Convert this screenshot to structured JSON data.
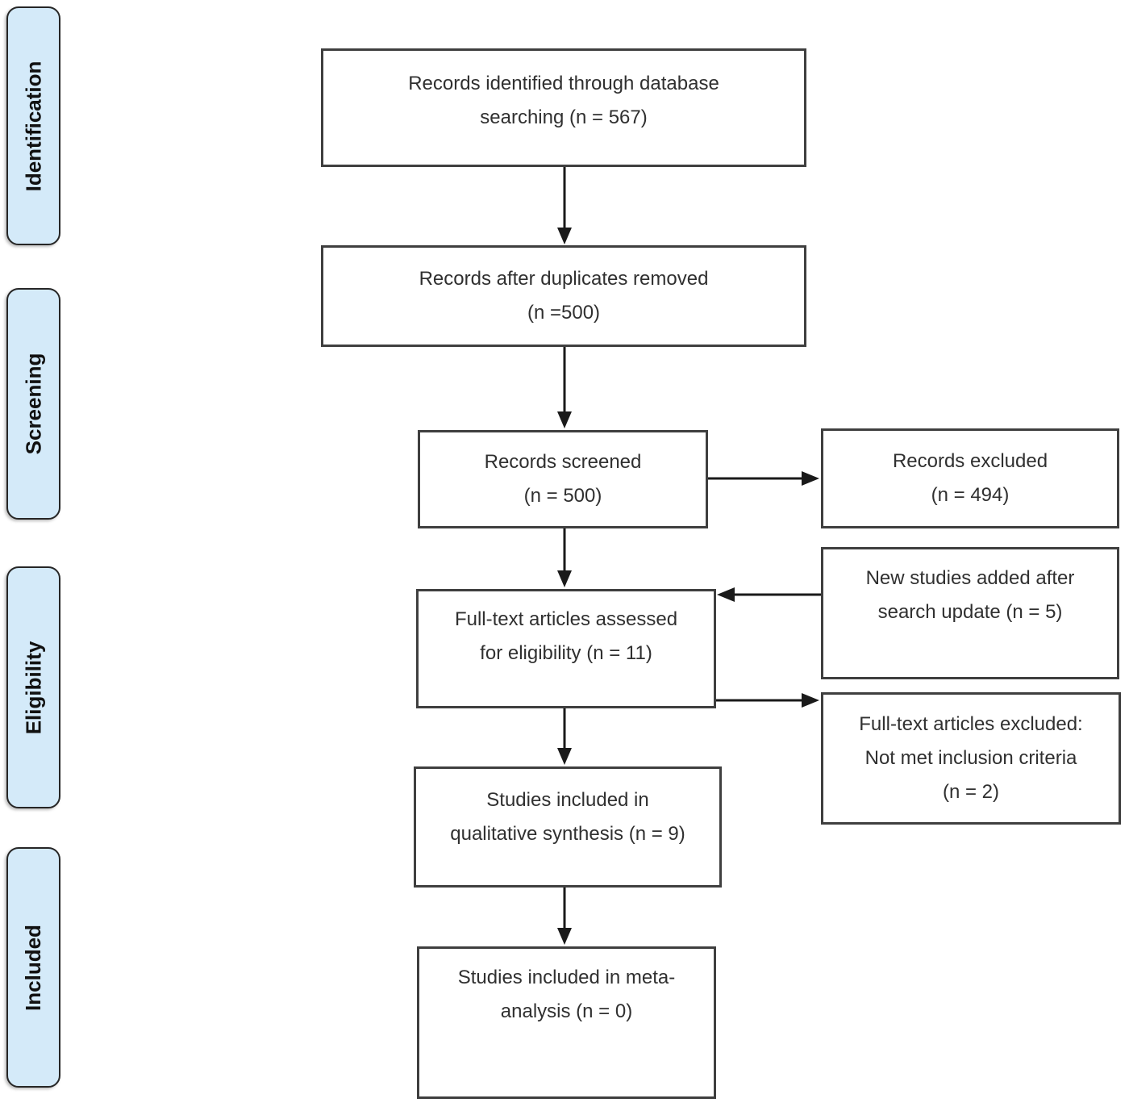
{
  "colors": {
    "sidebar_fill": "#d4eaf9",
    "sidebar_border": "#262626",
    "box_border": "#3f3f3f",
    "box_fill": "#ffffff",
    "arrow": "#1a1a1a",
    "text": "#303030"
  },
  "stages": [
    {
      "label": "Identification"
    },
    {
      "label": "Screening"
    },
    {
      "label": "Eligibility"
    },
    {
      "label": "Included"
    }
  ],
  "boxes": {
    "records_identified": {
      "lines": [
        "Records identified through database",
        "searching (n = 567)"
      ]
    },
    "duplicates_removed": {
      "lines": [
        "Records after duplicates removed",
        "(n =500)"
      ]
    },
    "records_screened": {
      "lines": [
        "Records screened",
        "(n = 500)"
      ]
    },
    "records_excluded": {
      "lines": [
        "Records excluded",
        "(n = 494)"
      ]
    },
    "fulltext_assessed": {
      "lines": [
        "Full-text articles assessed",
        "for eligibility (n = 11)"
      ]
    },
    "new_studies_added": {
      "lines": [
        "New studies added after",
        "search update (n = 5)"
      ]
    },
    "fulltext_excluded": {
      "lines": [
        "Full-text articles excluded:",
        "Not met inclusion criteria",
        "(n = 2)"
      ]
    },
    "qualitative_synthesis": {
      "lines": [
        "Studies included in",
        "qualitative synthesis (n = 9)"
      ]
    },
    "meta_analysis": {
      "lines": [
        "Studies included in meta-",
        "analysis (n = 0)"
      ]
    }
  }
}
